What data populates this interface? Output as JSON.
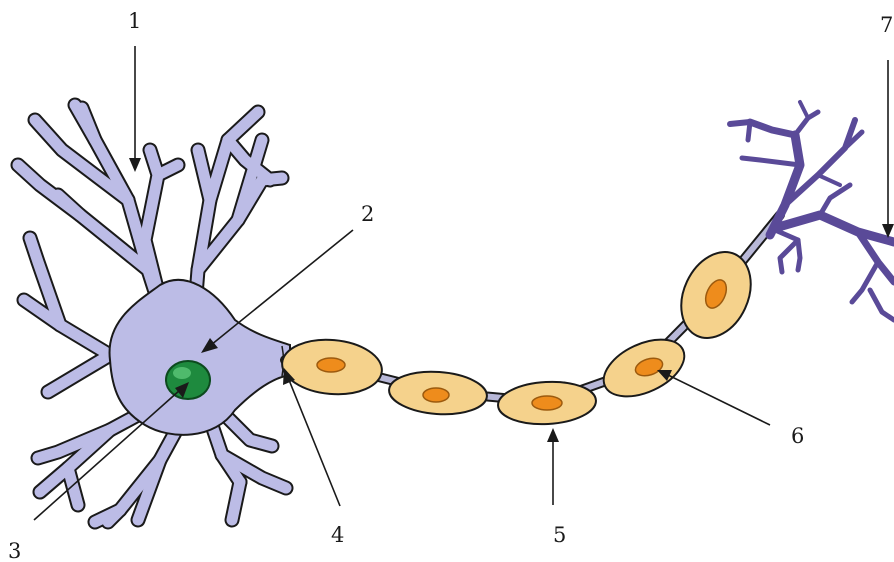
{
  "diagram": {
    "labels": [
      {
        "id": "1",
        "text": "1"
      },
      {
        "id": "2",
        "text": "2"
      },
      {
        "id": "3",
        "text": "3"
      },
      {
        "id": "4",
        "text": "4"
      },
      {
        "id": "5",
        "text": "5"
      },
      {
        "id": "6",
        "text": "6"
      },
      {
        "id": "7",
        "text": "7"
      }
    ],
    "colors": {
      "cell_body": "#bcbce6",
      "nucleus": "#1e8a3e",
      "myelin": "#f5d28c",
      "schwann_nucleus": "#ee8c1c",
      "axon": "#b8b8d8",
      "terminal": "#5a4a98",
      "outline": "#1a1a1a"
    }
  }
}
